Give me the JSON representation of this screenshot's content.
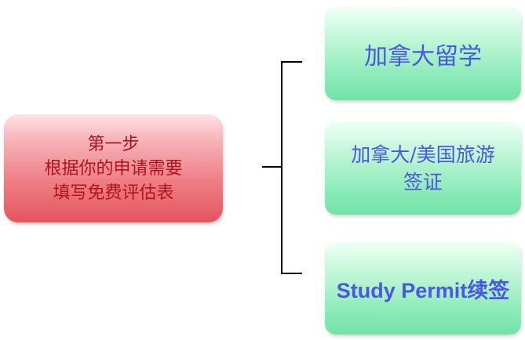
{
  "step": {
    "title": "第一步",
    "line1": "根据你的申请需要",
    "line2": "填写免费评估表"
  },
  "options": [
    {
      "line1": "加拿大留学"
    },
    {
      "line1": "加拿大/美国旅游",
      "line2": "签证"
    },
    {
      "line1": "Study Permit续签"
    }
  ]
}
